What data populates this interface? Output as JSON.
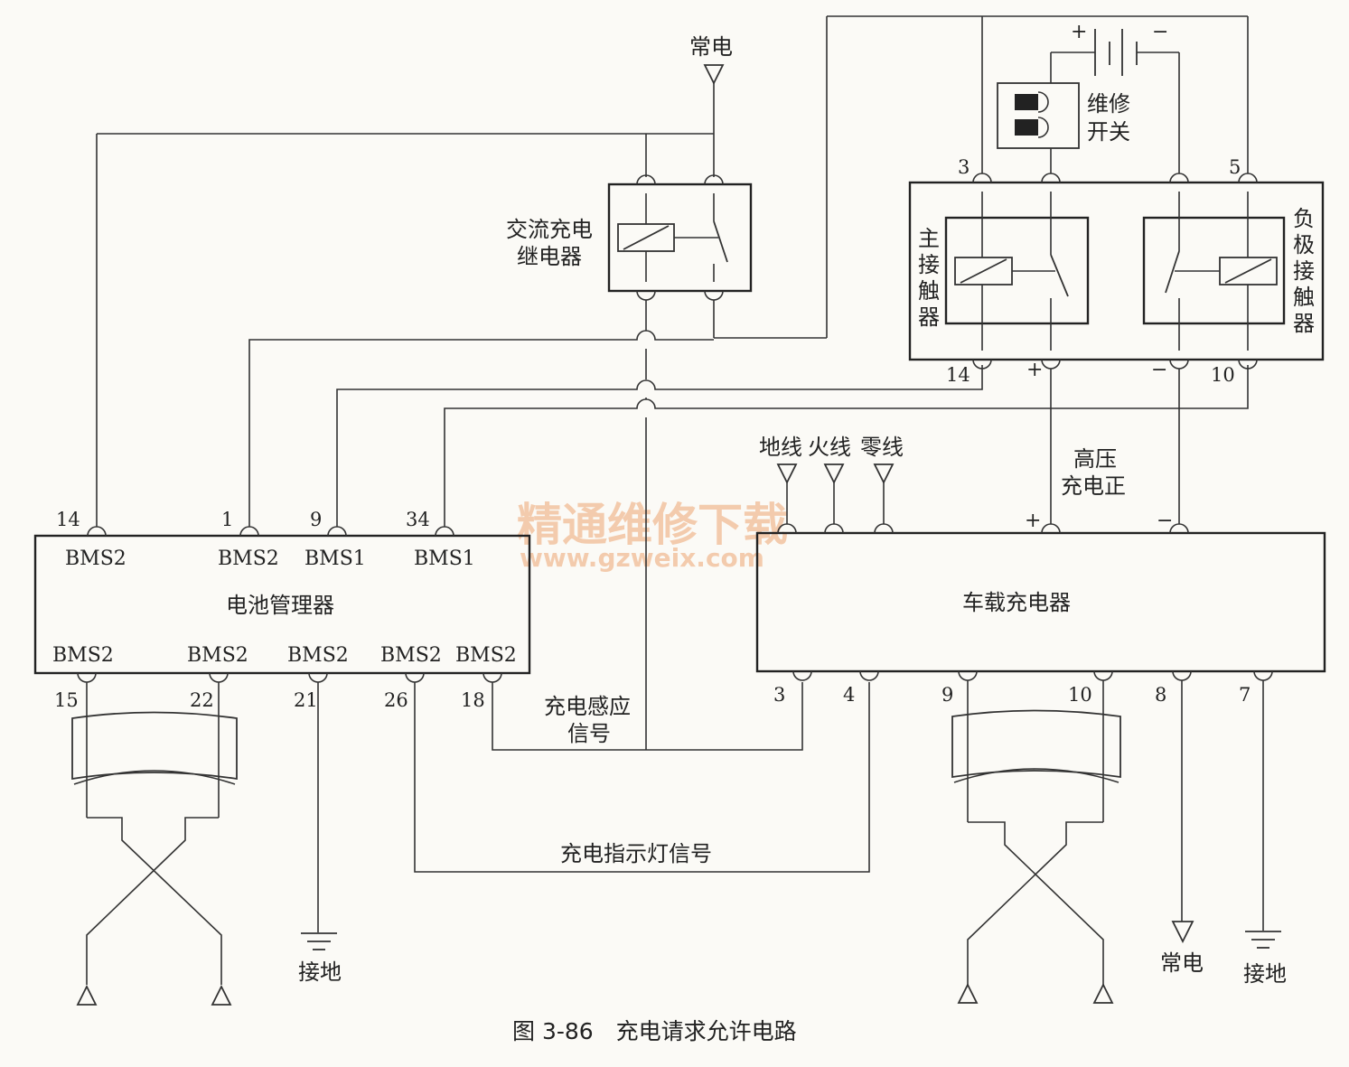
{
  "labels": {
    "changdian_top": "常电",
    "relay_name_1": "交流充电",
    "relay_name_2": "继电器",
    "service_switch_1": "维修",
    "service_switch_2": "开关",
    "main_contactor": [
      "主",
      "接",
      "触",
      "器"
    ],
    "neg_contactor": [
      "负",
      "极",
      "接",
      "触",
      "器"
    ],
    "plus": "+",
    "minus": "−",
    "bms_name": "电池管理器",
    "charger_name": "车载充电器",
    "ground_wire": "地线",
    "live_wire": "火线",
    "neutral_wire": "零线",
    "hv_charge_1": "高压",
    "hv_charge_2": "充电正",
    "sense_1": "充电感应",
    "sense_2": "信号",
    "indicator": "充电指示灯信号",
    "ground_left": "接地",
    "ground_right": "接地",
    "changdian_right": "常电",
    "caption": "图 3-86　充电请求允许电路",
    "watermark_1": "精通维修下载",
    "watermark_2": "www.gzweix.com"
  },
  "contactor_pins": {
    "p3": "3",
    "p5": "5",
    "p14": "14",
    "p10": "10"
  },
  "bms": {
    "top_pins": [
      "14",
      "1",
      "9",
      "34"
    ],
    "top_labels": [
      "BMS2",
      "BMS2",
      "BMS1",
      "BMS1"
    ],
    "bottom_pins": [
      "15",
      "22",
      "21",
      "26",
      "18"
    ],
    "bottom_labels": [
      "BMS2",
      "BMS2",
      "BMS2",
      "BMS2",
      "BMS2"
    ]
  },
  "charger": {
    "bottom_pins": [
      "3",
      "4",
      "9",
      "10",
      "8",
      "7"
    ]
  }
}
